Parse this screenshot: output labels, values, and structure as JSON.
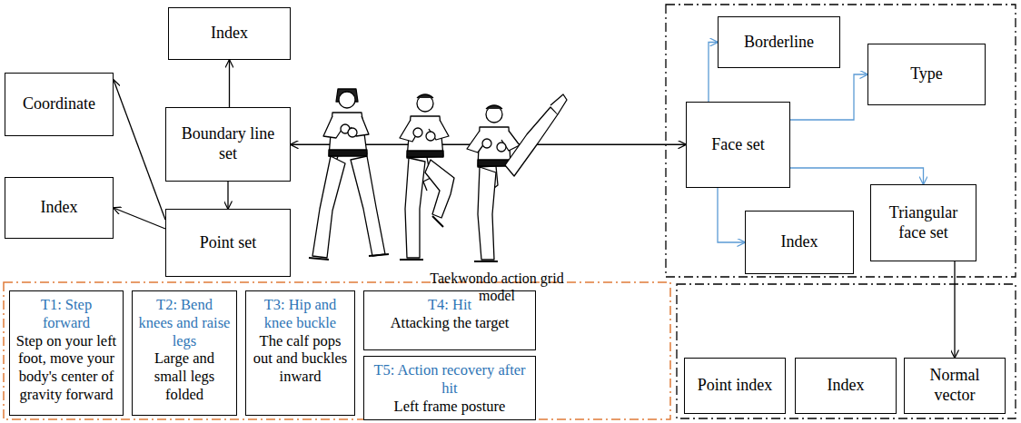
{
  "diagram": {
    "nodes": [
      {
        "text": [
          "Index"
        ]
      },
      {
        "text": [
          "Coordinate"
        ]
      },
      {
        "text": [
          "Boundary line set"
        ]
      },
      {
        "text": [
          "Index"
        ]
      },
      {
        "text": [
          "Point set"
        ]
      },
      {
        "text": [
          "Borderline"
        ]
      },
      {
        "text": [
          "Type"
        ]
      },
      {
        "text": [
          "Face set"
        ]
      },
      {
        "text": [
          "Index"
        ]
      },
      {
        "text": [
          "Triangular face set"
        ]
      },
      {
        "text": [
          "Point index"
        ]
      },
      {
        "text": [
          "Index"
        ]
      },
      {
        "text": [
          "Normal vector"
        ]
      },
      {
        "text": [
          "T1: Step forward",
          "Step on your left foot, move your body's center of gravity forward"
        ]
      },
      {
        "text": [
          "T2: Bend knees and raise legs",
          "Large and small legs folded"
        ]
      },
      {
        "text": [
          "T3: Hip and knee buckle",
          "The calf pops out and buckles inward"
        ]
      },
      {
        "text": [
          "T4: Hit",
          "Attacking the target"
        ]
      },
      {
        "text": [
          "T5: Action recovery after hit",
          "Left frame posture"
        ]
      }
    ],
    "edges": [
      {
        "from": 2,
        "to": 0,
        "arrow": "to"
      },
      {
        "from": 2,
        "to": 4,
        "arrow": "to"
      },
      {
        "from": 4,
        "to": 1,
        "arrow": "to"
      },
      {
        "from": 4,
        "to": 3,
        "arrow": "to"
      },
      {
        "from": 2,
        "to": 7,
        "arrow": "both"
      },
      {
        "from": 7,
        "to": 5,
        "arrow": "to"
      },
      {
        "from": 7,
        "to": 6,
        "arrow": "to"
      },
      {
        "from": 7,
        "to": 8,
        "arrow": "to"
      },
      {
        "from": 7,
        "to": 9,
        "arrow": "to"
      },
      {
        "from": 9,
        "to": 12,
        "arrow": "to"
      }
    ],
    "labels": [
      "Taekwondo action grid model"
    ]
  }
}
